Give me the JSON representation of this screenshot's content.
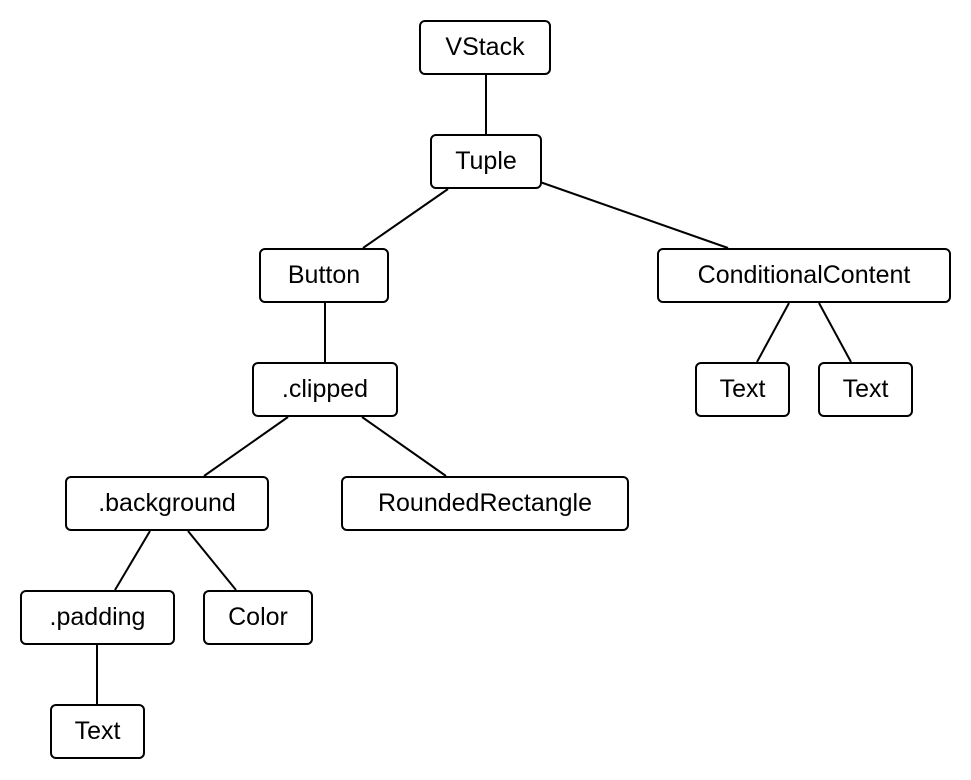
{
  "tree": {
    "nodes": [
      {
        "id": "vstack",
        "label": "VStack"
      },
      {
        "id": "tuple",
        "label": "Tuple"
      },
      {
        "id": "button",
        "label": "Button"
      },
      {
        "id": "conditional",
        "label": "ConditionalContent"
      },
      {
        "id": "clipped",
        "label": ".clipped"
      },
      {
        "id": "text-cond-1",
        "label": "Text"
      },
      {
        "id": "text-cond-2",
        "label": "Text"
      },
      {
        "id": "background",
        "label": ".background"
      },
      {
        "id": "rounded-rectangle",
        "label": "RoundedRectangle"
      },
      {
        "id": "padding",
        "label": ".padding"
      },
      {
        "id": "color",
        "label": "Color"
      },
      {
        "id": "text-leaf",
        "label": "Text"
      }
    ],
    "edges": [
      {
        "from": "vstack",
        "to": "tuple"
      },
      {
        "from": "tuple",
        "to": "button"
      },
      {
        "from": "tuple",
        "to": "conditional"
      },
      {
        "from": "button",
        "to": "clipped"
      },
      {
        "from": "conditional",
        "to": "text-cond-1"
      },
      {
        "from": "conditional",
        "to": "text-cond-2"
      },
      {
        "from": "clipped",
        "to": "background"
      },
      {
        "from": "clipped",
        "to": "rounded-rectangle"
      },
      {
        "from": "background",
        "to": "padding"
      },
      {
        "from": "background",
        "to": "color"
      },
      {
        "from": "padding",
        "to": "text-leaf"
      }
    ]
  }
}
